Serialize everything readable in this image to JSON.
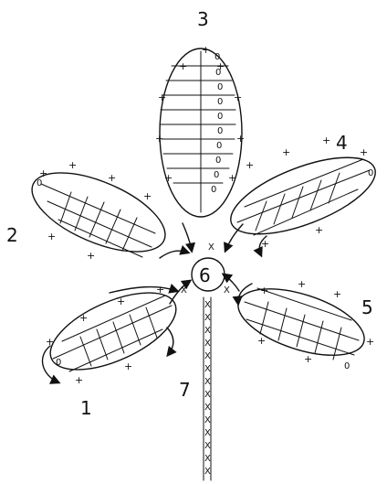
{
  "diagram": {
    "labels": {
      "petal1": "1",
      "petal2": "2",
      "petal3": "3",
      "petal4": "4",
      "petal5": "5",
      "center": "6",
      "stem": "7"
    },
    "symbols": {
      "single_crochet": "+",
      "chain": "0",
      "slip": "X"
    }
  }
}
